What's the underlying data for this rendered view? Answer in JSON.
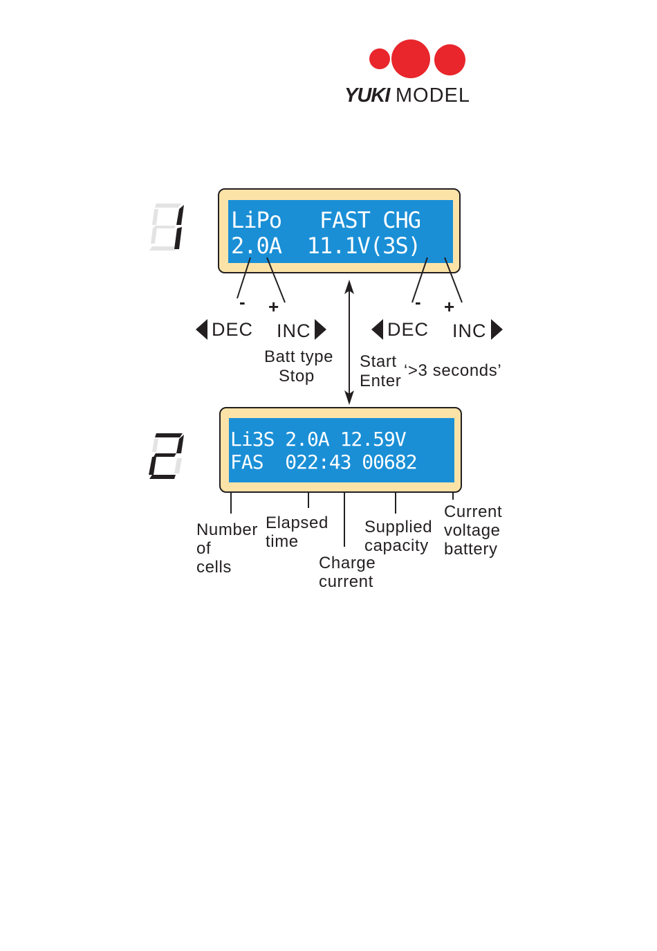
{
  "logo": {
    "brand_bold": "YUKI",
    "brand_thin": "MODEL",
    "colors": {
      "dots": "#e8262b",
      "text": "#231f20"
    }
  },
  "step1": {
    "number": "1",
    "lcd": {
      "line1": "LiPo   FAST CHG",
      "line2": "2.0A  11.1V(3S)"
    },
    "left_minus": "-",
    "left_plus": "+",
    "right_minus": "-",
    "right_plus": "+",
    "left_dec": "DEC",
    "left_inc": "INC",
    "right_dec": "DEC",
    "right_inc": "INC",
    "batt_type": "Batt type",
    "stop": "Stop",
    "start": "Start",
    "enter": "Enter",
    "hold": "‘>3 seconds’"
  },
  "step2": {
    "number": "2",
    "lcd": {
      "line1": "Li3S 2.0A 12.59V",
      "line2": "FAS  022:43 00682"
    },
    "labels": {
      "number_of_cells": [
        "Number",
        "of",
        "cells"
      ],
      "elapsed_time": [
        "Elapsed",
        "time"
      ],
      "charge_current": [
        "Charge",
        "current"
      ],
      "supplied_capacity": [
        "Supplied",
        "capacity"
      ],
      "current_voltage_battery": [
        "Current",
        "voltage",
        "battery"
      ]
    }
  },
  "colors": {
    "lcd_screen": "#1a8fd6",
    "lcd_frame": "#fbe3a8",
    "seg_inactive": "#e3e3e3",
    "seg_active": "#231f20"
  }
}
